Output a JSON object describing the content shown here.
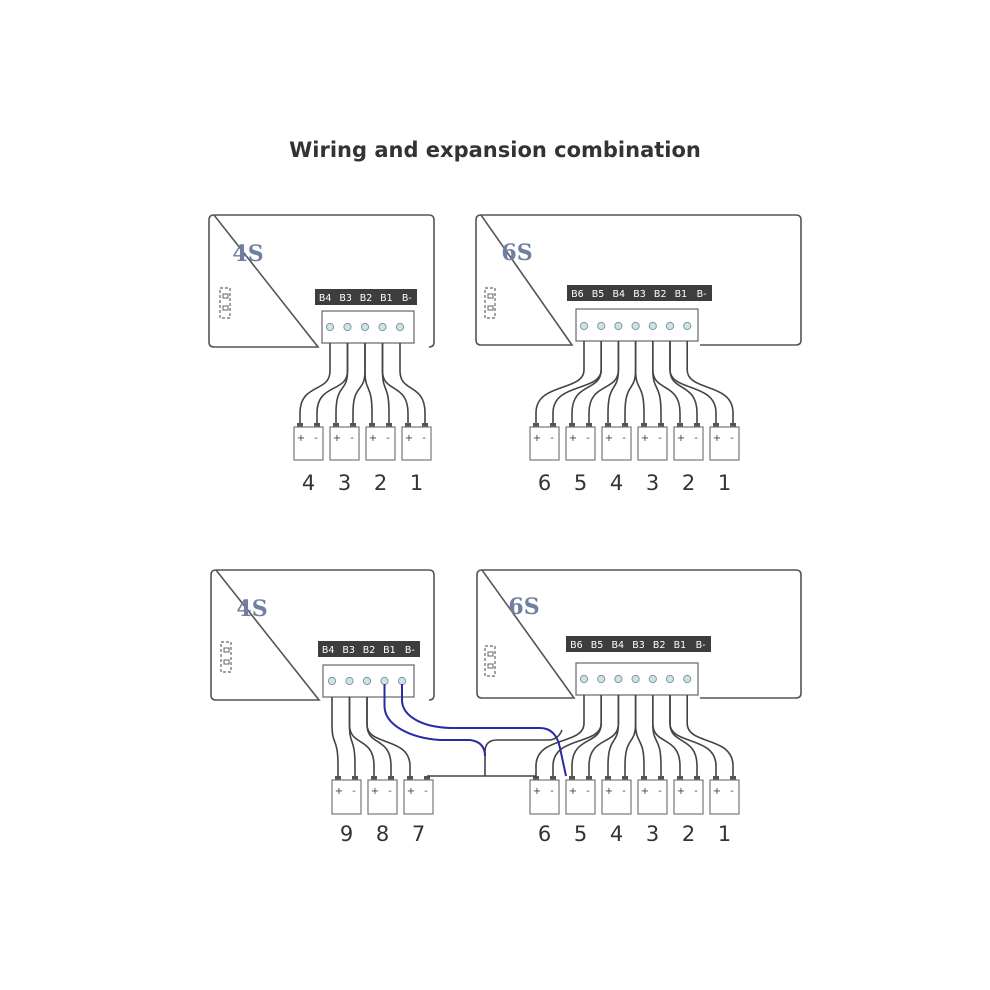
{
  "title": "Wiring and expansion combination",
  "colors": {
    "board_stroke": "#555555",
    "wire": "#444444",
    "bus_wire": "#2a2aa8",
    "pin_fill": "#cfe3e6",
    "header_bg": "#3d3d3d",
    "header_text": "#ffffff",
    "model_label": "#6f7f9f"
  },
  "diagrams": [
    {
      "name": "top-row",
      "boards": [
        {
          "name": "4s-top",
          "label": "4S",
          "pins": [
            "B4",
            "B3",
            "B2",
            "B1",
            "B-"
          ]
        },
        {
          "name": "6s-top",
          "label": "6S",
          "pins": [
            "B6",
            "B5",
            "B4",
            "B3",
            "B2",
            "B1",
            "B-"
          ]
        }
      ],
      "battery_groups": [
        {
          "numbers": [
            "4",
            "3",
            "2",
            "1"
          ]
        },
        {
          "numbers": [
            "6",
            "5",
            "4",
            "3",
            "2",
            "1"
          ]
        }
      ]
    },
    {
      "name": "bottom-row",
      "boards": [
        {
          "name": "4s-bottom",
          "label": "4S",
          "pins": [
            "B4",
            "B3",
            "B2",
            "B1",
            "B-"
          ]
        },
        {
          "name": "6s-bottom",
          "label": "6S",
          "pins": [
            "B6",
            "B5",
            "B4",
            "B3",
            "B2",
            "B1",
            "B-"
          ]
        }
      ],
      "battery_groups": [
        {
          "numbers": [
            "9",
            "8",
            "7"
          ]
        },
        {
          "numbers": [
            "6",
            "5",
            "4",
            "3",
            "2",
            "1"
          ]
        }
      ]
    }
  ],
  "battery_terminals": {
    "plus": "+",
    "minus": "-"
  }
}
